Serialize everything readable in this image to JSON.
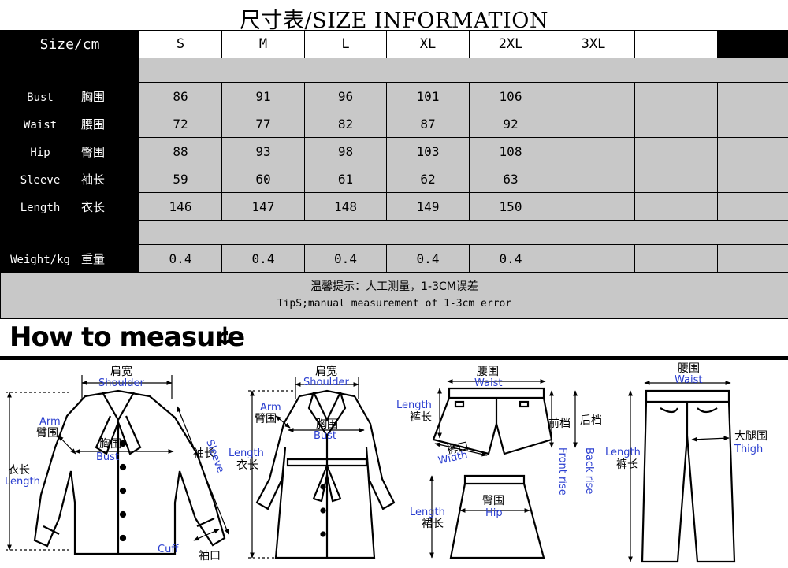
{
  "title": "尺寸表/SIZE INFORMATION",
  "header": {
    "label": "Size/cm",
    "sizes": [
      "S",
      "M",
      "L",
      "XL",
      "2XL",
      "3XL"
    ]
  },
  "rows": [
    {
      "en": "Bust",
      "cn": "胸围",
      "values": [
        "86",
        "91",
        "96",
        "101",
        "106"
      ]
    },
    {
      "en": "Waist",
      "cn": "腰围",
      "values": [
        "72",
        "77",
        "82",
        "87",
        "92"
      ]
    },
    {
      "en": "Hip",
      "cn": "臀围",
      "values": [
        "88",
        "93",
        "98",
        "103",
        "108"
      ]
    },
    {
      "en": "Sleeve",
      "cn": "袖长",
      "values": [
        "59",
        "60",
        "61",
        "62",
        "63"
      ]
    },
    {
      "en": "Length",
      "cn": "衣长",
      "values": [
        "146",
        "147",
        "148",
        "149",
        "150"
      ]
    }
  ],
  "weight": {
    "en": "Weight/kg",
    "cn": "重量",
    "values": [
      "0.4",
      "0.4",
      "0.4",
      "0.4",
      "0.4"
    ]
  },
  "tips": {
    "cn": "温馨提示：人工测量，1-3CM误差",
    "en": "TipS;manual measurement of 1-3cm error"
  },
  "how_to": {
    "heading": "How to measure",
    "arrow_icon": "down-arrow-icon",
    "shirt": {
      "shoulder_cn": "肩宽",
      "shoulder_en": "Shoulder",
      "arm_en": "Arm",
      "arm_cn": "臂围",
      "bust_cn": "胸围",
      "bust_en": "Bust",
      "length_cn": "衣长",
      "length_en": "Length",
      "sleeve_cn": "袖长",
      "sleeve_en": "Sleeve",
      "cuff_en": "Cuff",
      "cuff_cn": "袖口"
    },
    "coat": {
      "shoulder_cn": "肩宽",
      "shoulder_en": "Shoulder",
      "arm_en": "Arm",
      "arm_cn": "臂围",
      "bust_cn": "胸围",
      "bust_en": "Bust",
      "length_en": "Length",
      "length_cn": "衣长"
    },
    "shorts": {
      "waist_cn": "腰围",
      "waist_en": "Waist",
      "length_en": "Length",
      "length_cn": "裤长",
      "front_cn": "前档",
      "back_cn": "后档",
      "width_cn": "裤口",
      "width_en": "Width",
      "front_rise_en": "Front rise",
      "back_rise_en": "Back rise"
    },
    "skirt": {
      "hip_cn": "臀围",
      "hip_en": "Hip",
      "length_en": "Length",
      "length_cn": "裙长"
    },
    "pants": {
      "waist_cn": "腰围",
      "waist_en": "Waist",
      "length_en": "Length",
      "length_cn": "裤长",
      "thigh_cn": "大腿围",
      "thigh_en": "Thigh"
    }
  }
}
